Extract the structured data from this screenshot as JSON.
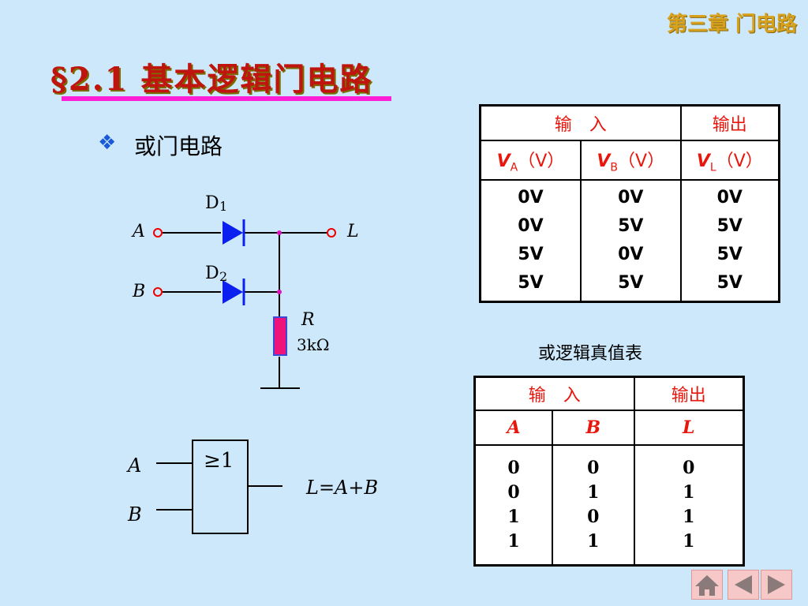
{
  "header": {
    "chapter": "第三章 门电路"
  },
  "slide": {
    "title": "§2.1  基本逻辑门电路",
    "bullet_text": "或门电路",
    "bullet_icon": "four-diamond-bullet-icon"
  },
  "circuit": {
    "d1": "D",
    "d1_sub": "1",
    "d2": "D",
    "d2_sub": "2",
    "in_a": "A",
    "in_b": "B",
    "out_l": "L",
    "resistor": "R",
    "resistor_value": "3kΩ"
  },
  "gate": {
    "symbol": "≥1",
    "in_a": "A",
    "in_b": "B",
    "expr_l": "L",
    "expr_eq": "=",
    "expr_a": "A",
    "expr_plus": "+",
    "expr_b": "B"
  },
  "voltage_table": {
    "header_input": "输　入",
    "header_output": "输出",
    "col_a_var": "V",
    "col_a_sub": "A",
    "col_b_var": "V",
    "col_b_sub": "B",
    "col_l_var": "V",
    "col_l_sub": "L",
    "unit": "（V）",
    "col_a": [
      "0V",
      "0V",
      "5V",
      "5V"
    ],
    "col_b": [
      "0V",
      "5V",
      "0V",
      "5V"
    ],
    "col_l": [
      "0V",
      "5V",
      "5V",
      "5V"
    ]
  },
  "caption": "或逻辑真值表",
  "truth_table": {
    "header_input": "输　入",
    "header_output": "输出",
    "col_a": "A",
    "col_b": "B",
    "col_l": "L",
    "a": [
      "0",
      "0",
      "1",
      "1"
    ],
    "b": [
      "0",
      "1",
      "0",
      "1"
    ],
    "l": [
      "0",
      "1",
      "1",
      "1"
    ]
  },
  "nav": {
    "home_icon": "home-icon",
    "prev_icon": "prev-arrow-icon",
    "next_icon": "next-arrow-icon"
  }
}
